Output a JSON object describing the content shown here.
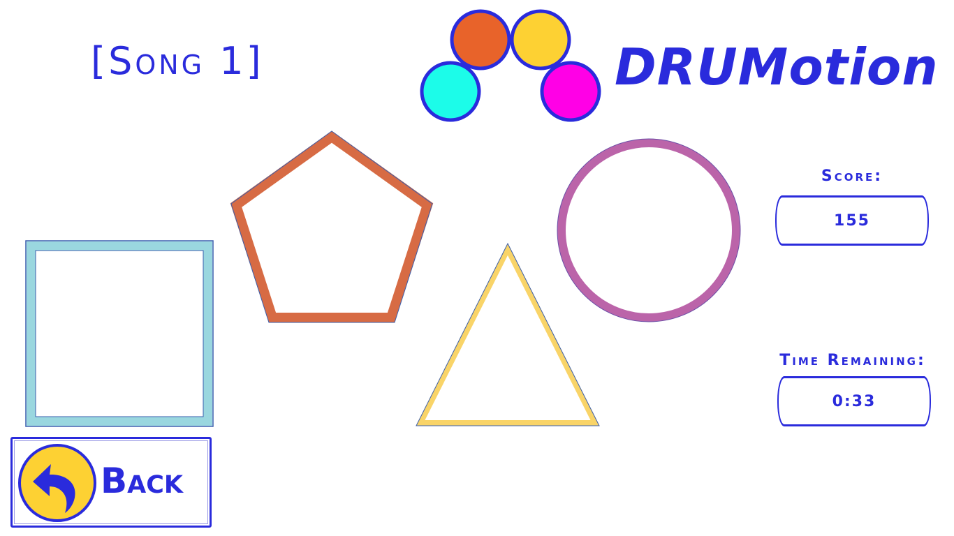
{
  "header": {
    "song_title": "[Song 1]",
    "app_name": "DRUMotion"
  },
  "logo": {
    "bubble_colors": [
      "#e8632a",
      "#fdd133",
      "#1cfce9",
      "#ff00e6"
    ],
    "outline_color": "#2a2bdc"
  },
  "drum_pads": [
    {
      "shape": "square",
      "color": "#9ad7df"
    },
    {
      "shape": "pentagon",
      "color": "#d76b44"
    },
    {
      "shape": "triangle",
      "color": "#f9d468"
    },
    {
      "shape": "circle",
      "color": "#bb64a9"
    }
  ],
  "score": {
    "label": "Score:",
    "value": "155"
  },
  "timer": {
    "label": "Time Remaining:",
    "value": "0:33"
  },
  "back_button": {
    "label": "Back",
    "icon": "back-arrow-icon",
    "icon_fill": "#fdd133"
  },
  "colors": {
    "accent": "#2a2bdc",
    "background": "#ffffff"
  }
}
